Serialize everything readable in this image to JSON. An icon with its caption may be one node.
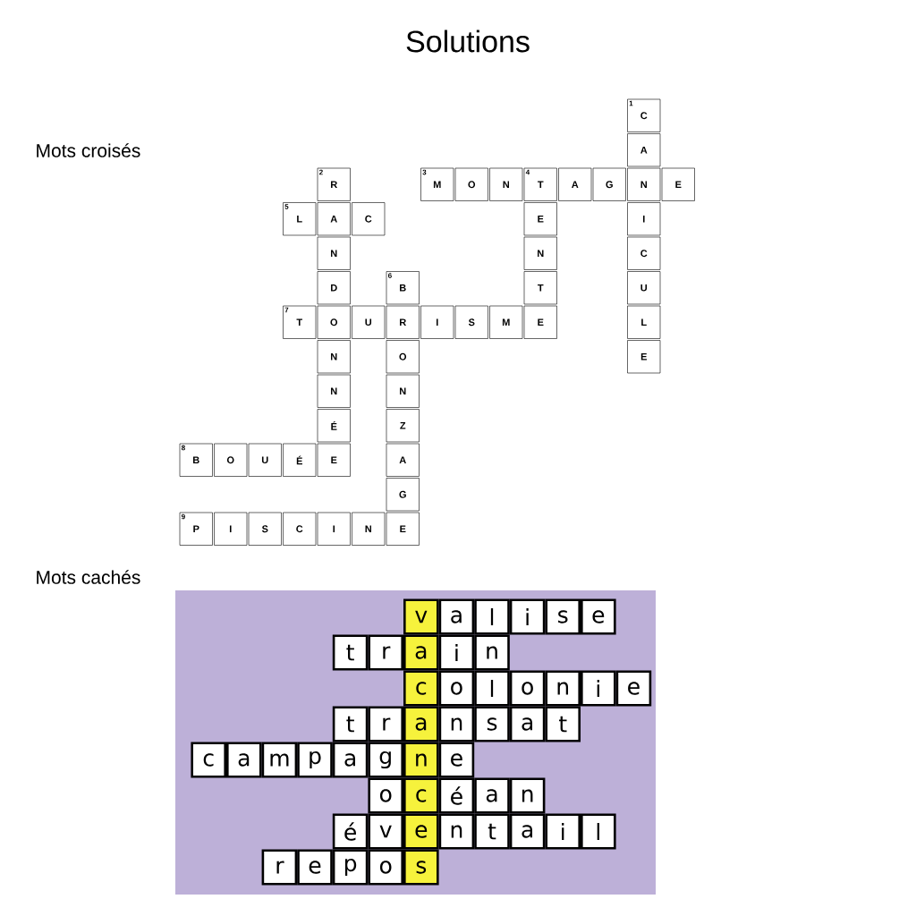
{
  "diagram": {
    "title": "Solutions",
    "labels": [
      "Mots croisés",
      "1",
      "C",
      "A",
      "2",
      "R",
      "3",
      "M",
      "O",
      "N",
      "4",
      "T",
      "A",
      "G",
      "N",
      "E",
      "5",
      "L",
      "A",
      "C",
      "E",
      "I",
      "N",
      "N",
      "C",
      "D",
      "6",
      "B",
      "T",
      "U",
      "7",
      "T",
      "O",
      "U",
      "R",
      "I",
      "S",
      "M",
      "E",
      "L",
      "N",
      "O",
      "E",
      "N",
      "N",
      "É",
      "Z",
      "8",
      "B",
      "O",
      "U",
      "É",
      "E",
      "A",
      "G",
      "9",
      "P",
      "I",
      "S",
      "C",
      "I",
      "N",
      "E",
      "Mots cachés",
      "v",
      "a",
      "l",
      "i",
      "s",
      "e",
      "t",
      "r",
      "a",
      "i",
      "n",
      "c",
      "o",
      "l",
      "o",
      "n",
      "i",
      "e",
      "t",
      "r",
      "a",
      "n",
      "s",
      "a",
      "t",
      "c",
      "a",
      "m",
      "p",
      "a",
      "g",
      "n",
      "e",
      "o",
      "c",
      "é",
      "a",
      "n",
      "é",
      "v",
      "e",
      "n",
      "t",
      "a",
      "i",
      "l",
      "r",
      "e",
      "p",
      "o",
      "s"
    ]
  }
}
